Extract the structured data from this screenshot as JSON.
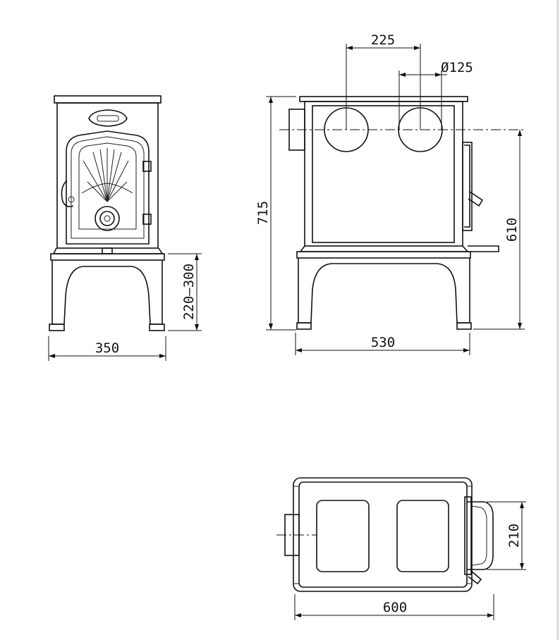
{
  "dimensions": {
    "front_width": "350",
    "leg_height": "220–300",
    "side_total_height": "715",
    "side_flue_height": "610",
    "side_depth": "530",
    "flue_spacing": "225",
    "flue_diameter": "Ø125",
    "top_width": "600",
    "top_hopper": "210"
  },
  "colors": {
    "line": "#111111",
    "background": "#ffffff"
  }
}
